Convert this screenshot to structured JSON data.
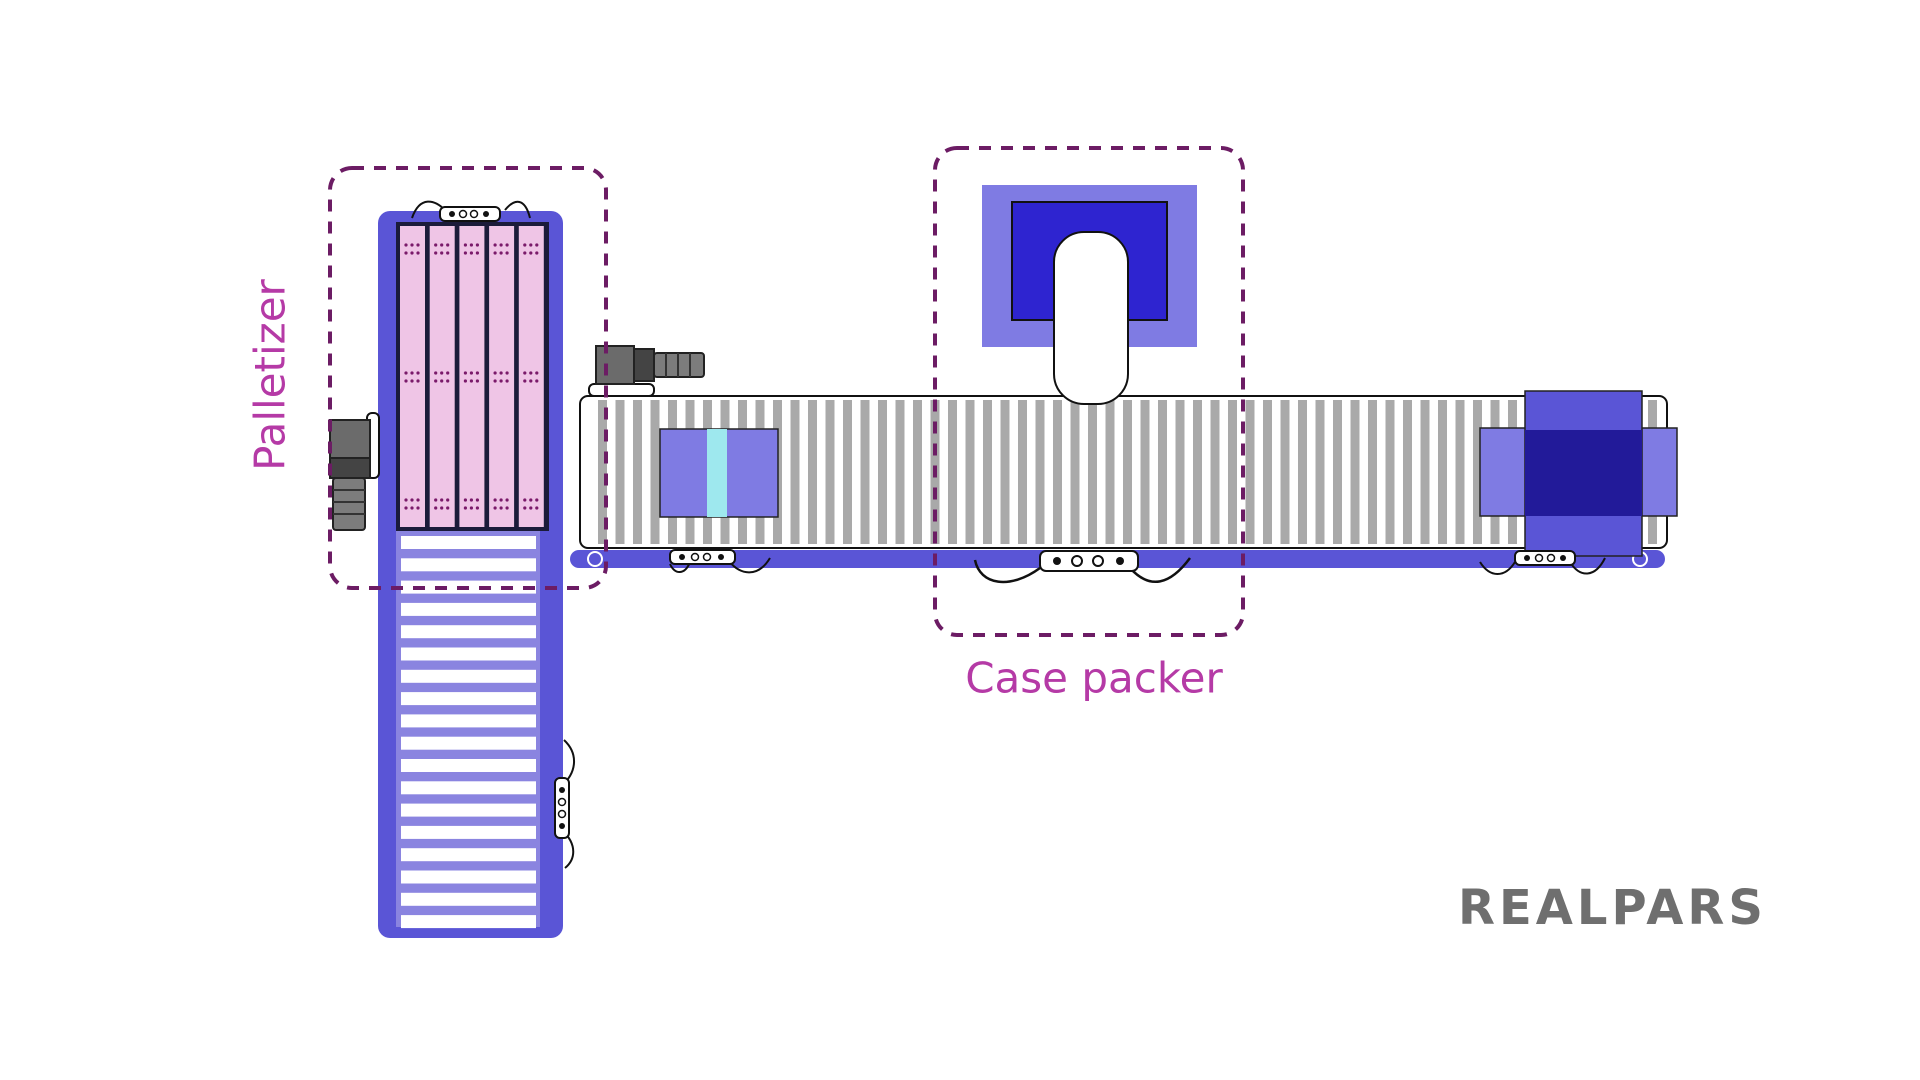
{
  "labels": {
    "palletizer": "Palletizer",
    "case_packer": "Case packer"
  },
  "logo": {
    "text": "REALPARS"
  },
  "colors": {
    "conveyor_frame": "#5a55d6",
    "conveyor_roller_light": "#8a84e0",
    "roller_grey": "#a9a9a9",
    "pallet_pink": "#efc5e6",
    "zone_border": "#6c1c64",
    "label_magenta": "#b53aa6",
    "box_blue": "#7f7be3",
    "box_dark": "#221a99",
    "tape_cyan": "#9ee8ee",
    "robot_base": "#7f7be3",
    "robot_inner": "#2e24d0",
    "motor_grey": "#6b6b6b",
    "logo_grey": "#6f6f6f"
  },
  "icons": [
    "conveyor-motor-icon",
    "sensor-icon",
    "robot-arm-icon",
    "pallet-icon",
    "case-box-icon"
  ]
}
